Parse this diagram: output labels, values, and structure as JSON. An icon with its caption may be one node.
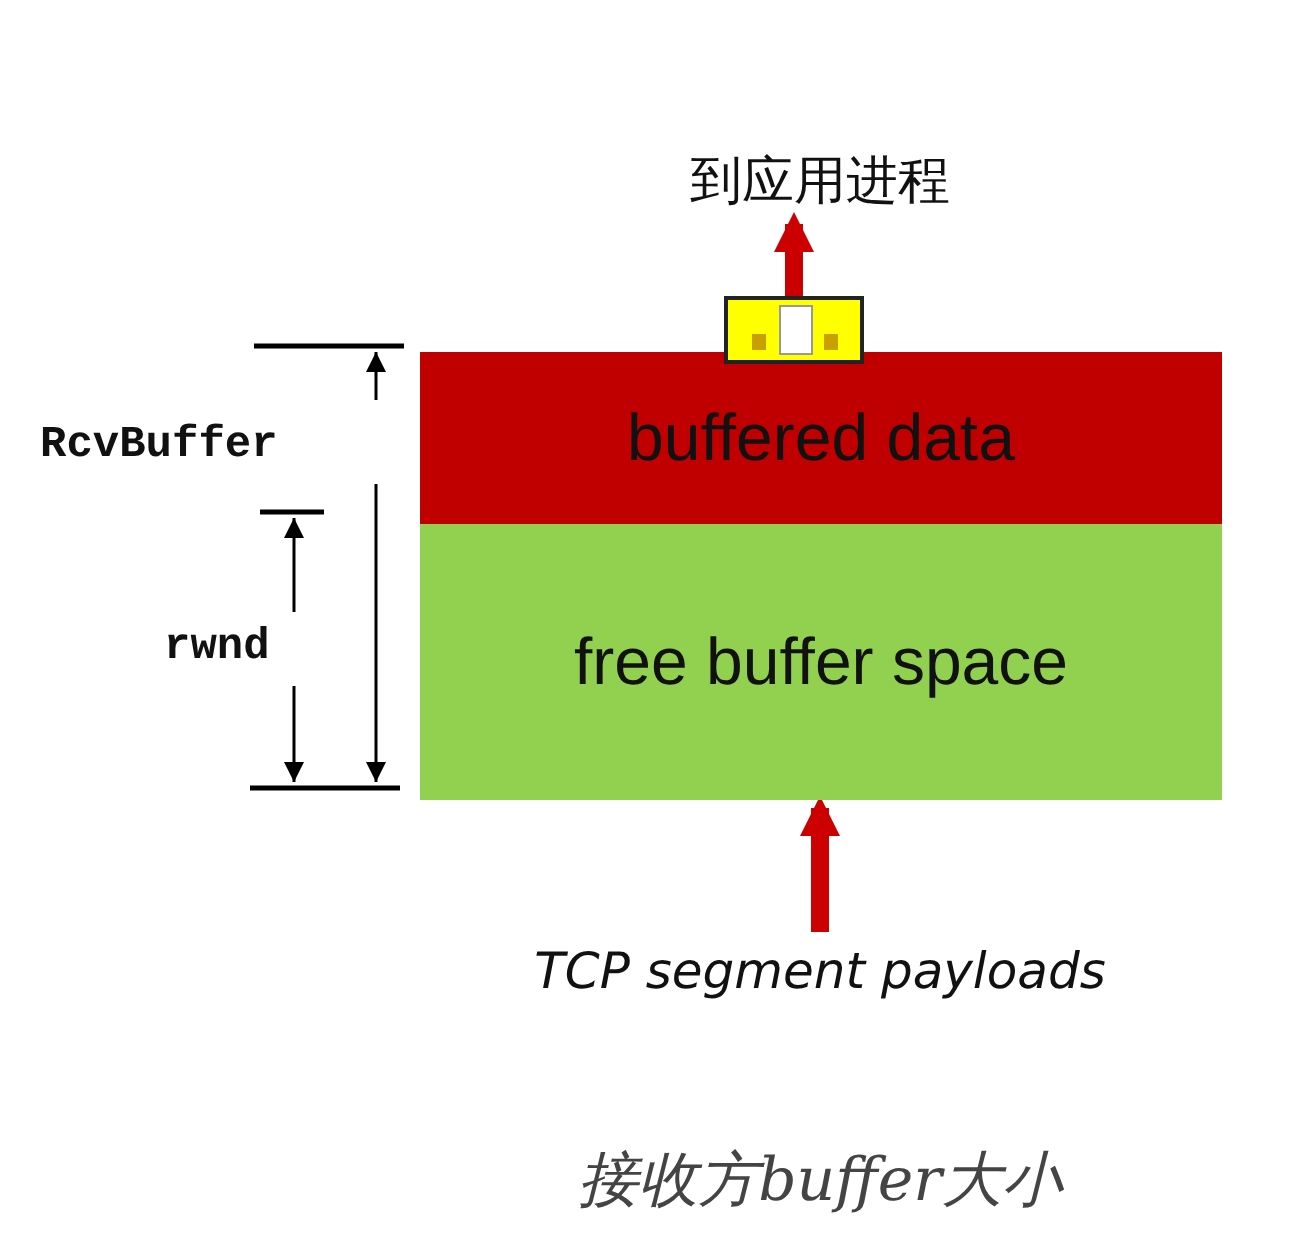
{
  "diagram": {
    "caption": "接收方buffer大小",
    "nodes": [
      {
        "text": [
          "到应用进程"
        ]
      },
      {
        "text": [],
        "shape": "box"
      },
      {
        "text": [
          "buffered data"
        ]
      },
      {
        "text": [
          "free buffer space"
        ]
      },
      {
        "text": [
          "TCP segment payloads"
        ]
      }
    ],
    "edges": [
      {
        "from": 1,
        "to": 0,
        "arrow": "to",
        "color": "#cc0000"
      },
      {
        "from": 4,
        "to": 3,
        "arrow": "to",
        "color": "#cc0000"
      }
    ],
    "labels": [
      "RcvBuffer",
      "rwnd"
    ]
  }
}
